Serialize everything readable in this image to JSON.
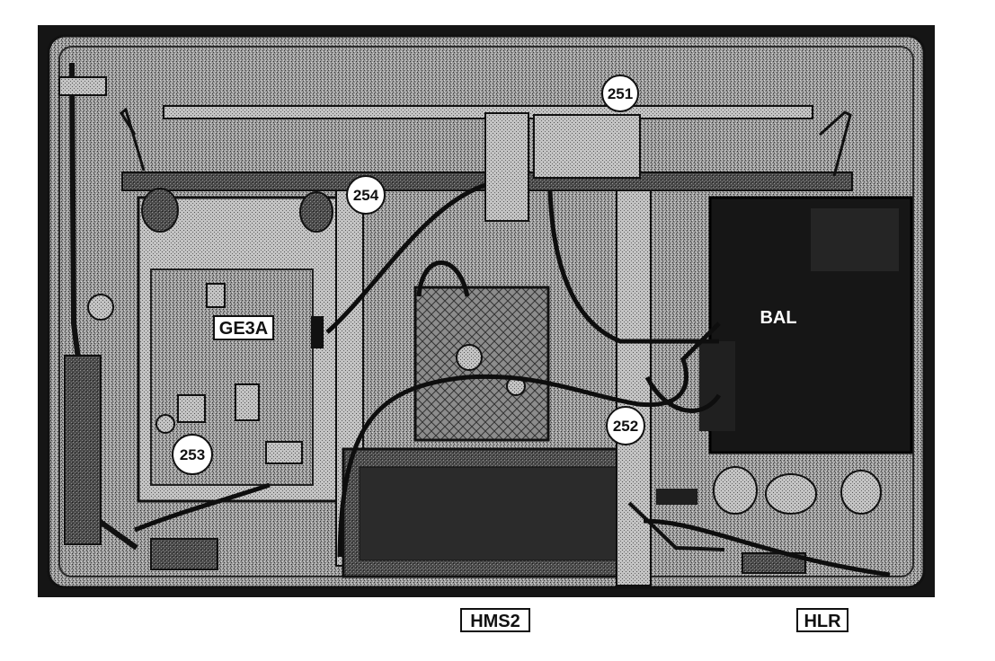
{
  "diagram": {
    "callouts": [
      "251",
      "252",
      "253",
      "254"
    ],
    "board_labels": {
      "ge3a": "GE3A",
      "bal": "BAL"
    },
    "bottom_labels": {
      "hms2": "HMS2",
      "hlr": "HLR"
    }
  }
}
